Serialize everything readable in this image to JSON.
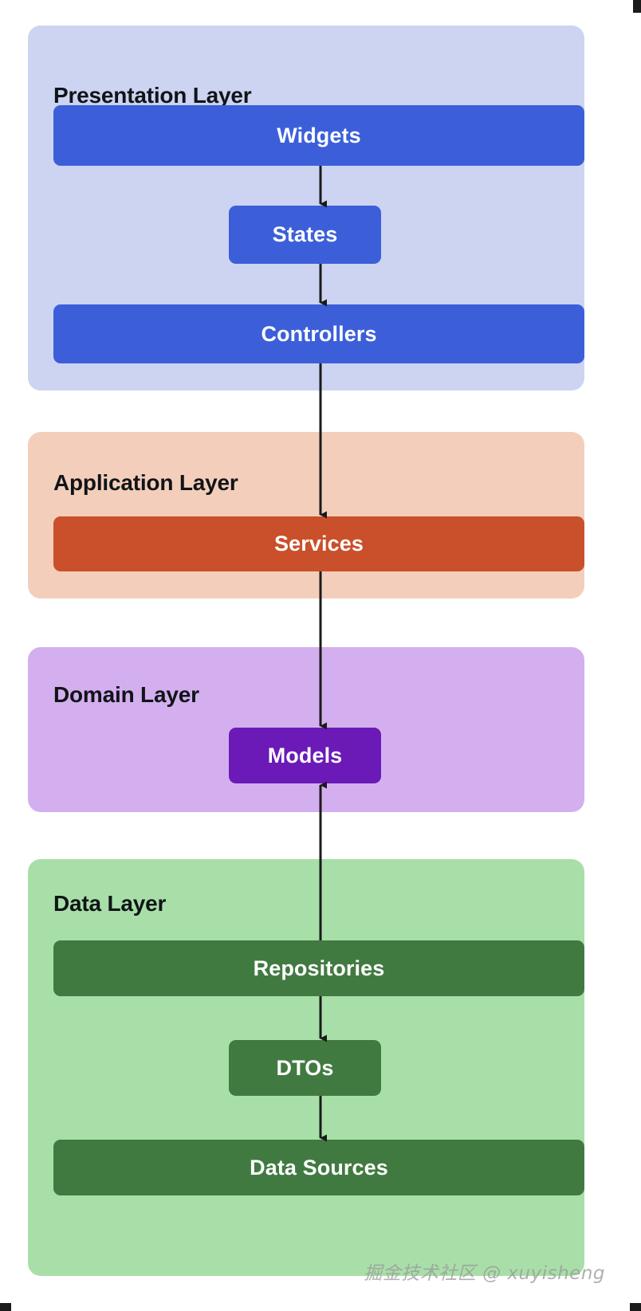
{
  "diagram": {
    "type": "layered-architecture-flow",
    "background": "#ffffff",
    "layers": [
      {
        "id": "presentation",
        "title": "Presentation Layer",
        "bg_color": "#ccd4f2",
        "node_color": "#3c5fd9",
        "nodes": [
          {
            "id": "widgets",
            "label": "Widgets",
            "width": "wide"
          },
          {
            "id": "states",
            "label": "States",
            "width": "narrow"
          },
          {
            "id": "controllers",
            "label": "Controllers",
            "width": "wide"
          }
        ]
      },
      {
        "id": "application",
        "title": "Application Layer",
        "bg_color": "#f3cfbb",
        "node_color": "#c9502a",
        "nodes": [
          {
            "id": "services",
            "label": "Services",
            "width": "wide"
          }
        ]
      },
      {
        "id": "domain",
        "title": "Domain Layer",
        "bg_color": "#d3afef",
        "node_color": "#6b1ab8",
        "nodes": [
          {
            "id": "models",
            "label": "Models",
            "width": "narrow"
          }
        ]
      },
      {
        "id": "data",
        "title": "Data Layer",
        "bg_color": "#a8dfa8",
        "node_color": "#417a41",
        "nodes": [
          {
            "id": "repositories",
            "label": "Repositories",
            "width": "wide"
          },
          {
            "id": "dtos",
            "label": "DTOs",
            "width": "narrow"
          },
          {
            "id": "datasources",
            "label": "Data Sources",
            "width": "wide"
          }
        ]
      }
    ],
    "edges": [
      {
        "from": "widgets",
        "to": "states",
        "direction": "down"
      },
      {
        "from": "states",
        "to": "controllers",
        "direction": "down"
      },
      {
        "from": "controllers",
        "to": "services",
        "direction": "down"
      },
      {
        "from": "services",
        "to": "models",
        "direction": "down"
      },
      {
        "from": "repositories",
        "to": "models",
        "direction": "up"
      },
      {
        "from": "repositories",
        "to": "dtos",
        "direction": "down"
      },
      {
        "from": "dtos",
        "to": "datasources",
        "direction": "down"
      }
    ],
    "edge_color": "#1a1a1a",
    "watermark": "掘金技术社区 @ xuyisheng"
  }
}
